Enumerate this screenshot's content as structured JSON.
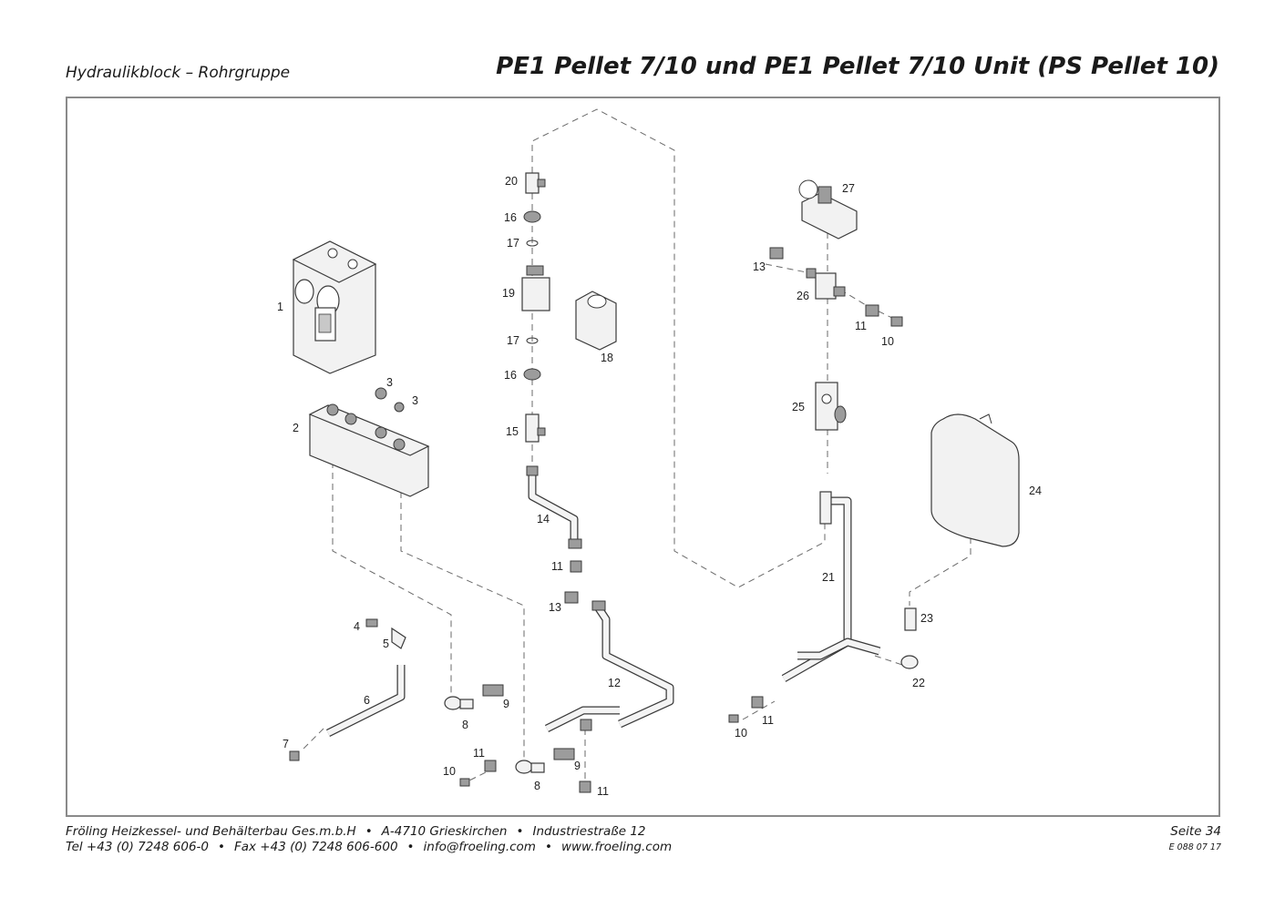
{
  "header": {
    "left": "Hydraulikblock – Rohrgruppe",
    "title": "PE1 Pellet 7/10 und PE1 Pellet 7/10 Unit (PS Pellet 10)"
  },
  "footer": {
    "company": "Fröling Heizkessel- und Behälterbau Ges.m.b.H",
    "city": "A-4710 Grieskirchen",
    "street": "Industriestraße 12",
    "tel": "Tel +43 (0) 7248 606-0",
    "fax": "Fax +43 (0) 7248 606-600",
    "email": "info@froeling.com",
    "web": "www.froeling.com",
    "page": "Seite 34",
    "doc_code": "E 088 07 17"
  },
  "labels": {
    "p1": "1",
    "p2": "2",
    "p3a": "3",
    "p3b": "3",
    "p4": "4",
    "p5": "5",
    "p6": "6",
    "p7": "7",
    "p8a": "8",
    "p8b": "8",
    "p9a": "9",
    "p9b": "9",
    "p10a": "10",
    "p10b": "10",
    "p10c": "10",
    "p11a": "11",
    "p11b": "11",
    "p11c": "11",
    "p11d": "11",
    "p11e": "11",
    "p12": "12",
    "p13a": "13",
    "p13b": "13",
    "p14": "14",
    "p15": "15",
    "p16a": "16",
    "p16b": "16",
    "p17a": "17",
    "p17b": "17",
    "p18": "18",
    "p19": "19",
    "p20": "20",
    "p21": "21",
    "p22": "22",
    "p23": "23",
    "p24": "24",
    "p25": "25",
    "p26": "26",
    "p27": "27"
  }
}
